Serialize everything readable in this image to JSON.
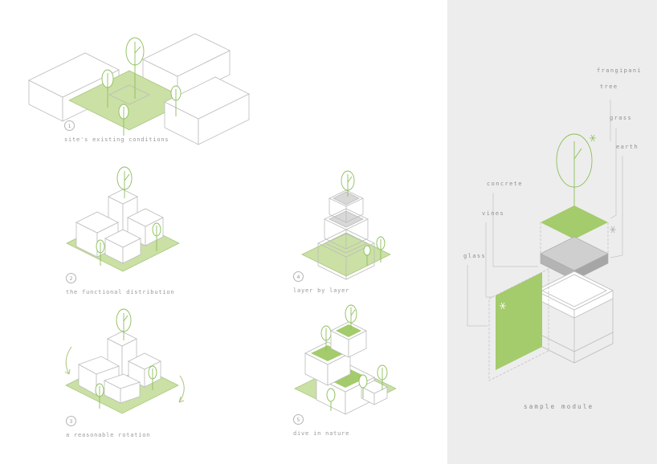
{
  "figures": [
    {
      "number": "1",
      "caption": "site's existing conditions"
    },
    {
      "number": "2",
      "caption": "the functional distribution"
    },
    {
      "number": "3",
      "caption": "a reasonable rotation"
    },
    {
      "number": "4",
      "caption": "layer by layer"
    },
    {
      "number": "5",
      "caption": "dive in nature"
    }
  ],
  "module": {
    "caption": "sample module",
    "labels": {
      "frangipani_line1": "frangipani",
      "frangipani_line2": "tree",
      "grass": "grass",
      "earth": "earth",
      "concrete": "concrete",
      "vines": "vines",
      "glass": "glass"
    }
  },
  "colors": {
    "accent_green": "#8cbf5a",
    "fill_green": "#a4cb6c",
    "light_green": "#cbe0a5",
    "line_gray": "#bcbcbc",
    "panel_bg": "#ededed",
    "text_gray": "#9a9a9a"
  }
}
